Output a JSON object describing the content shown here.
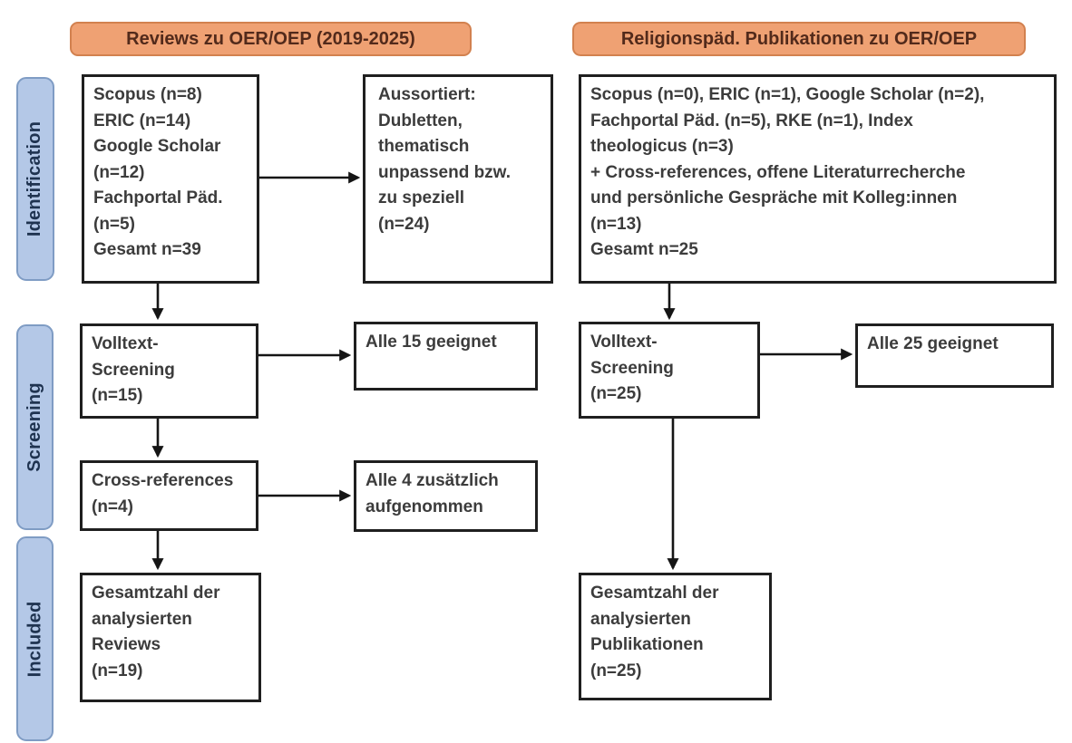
{
  "columns": {
    "left": {
      "header": "Reviews zu OER/OEP (2019-2025)",
      "boxes": {
        "sources": "Scopus (n=8)\nERIC (n=14)\nGoogle Scholar\n(n=12)\nFachportal Päd.\n(n=5)\nGesamt n=39",
        "excluded": "Aussortiert:\nDubletten,\nthematisch\nunpassend bzw.\nzu speziell\n(n=24)",
        "fulltext_screening": "Volltext-\nScreening\n(n=15)",
        "fulltext_result": "Alle 15 geeignet",
        "cross_references": "Cross-references\n(n=4)",
        "cross_references_result": "Alle 4 zusätzlich\naufgenommen",
        "included_total": "Gesamtzahl der\nanalysierten\nReviews\n(n=19)"
      }
    },
    "right": {
      "header": "Religionspäd. Publikationen zu OER/OEP",
      "boxes": {
        "sources": "Scopus (n=0), ERIC (n=1), Google Scholar (n=2),\nFachportal Päd. (n=5), RKE (n=1), Index\ntheologicus (n=3)\n+ Cross-references, offene Literaturrecherche\nund persönliche Gespräche mit Kolleg:innen\n(n=13)\nGesamt n=25",
        "fulltext_screening": "Volltext-\nScreening\n(n=25)",
        "fulltext_result": "Alle 25 geeignet",
        "included_total": "Gesamtzahl der\nanalysierten\nPublikationen\n(n=25)"
      }
    }
  },
  "stages": [
    {
      "id": "identification",
      "label": "Identification"
    },
    {
      "id": "screening",
      "label": "Screening"
    },
    {
      "id": "included",
      "label": "Included"
    }
  ],
  "colors": {
    "header_fill": "#efa173",
    "header_border": "#d2814f",
    "header_text": "#522a1b",
    "stage_fill": "#b4c8e7",
    "stage_border": "#7f9cc4",
    "stage_text": "#1f3350",
    "box_border": "#1f1f1f",
    "box_text": "#3c3c3c",
    "arrow": "#151515",
    "background": "#ffffff"
  }
}
